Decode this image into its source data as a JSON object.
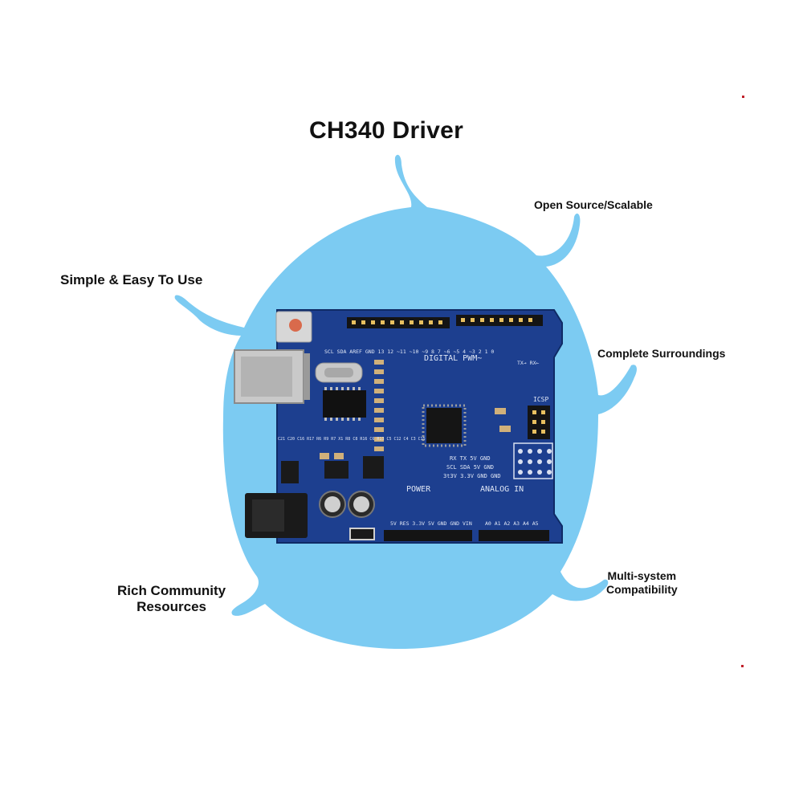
{
  "title": "CH340 Driver",
  "features": {
    "open_source": "Open Source/Scalable",
    "simple": "Simple & Easy To Use",
    "surroundings": "Complete Surroundings",
    "community_line1": "Rich Community",
    "community_line2": "Resources",
    "multisystem_line1": "Multi-system",
    "multisystem_line2": "Compatibility"
  },
  "board": {
    "digital_label": "DIGITAL PWM~",
    "power_label": "POWER",
    "analog_label": "ANALOG IN",
    "icsp_label": "ICSP",
    "txrx_label": "TX→ RX←",
    "top_pins": "SCL SDA AREF GND 13 12 ~11 ~10 ~9 8 7 ~6 ~5 4 ~3 2 1 0",
    "power_pins": "5V RES 3.3V 5V GND GND VIN",
    "analog_pins": "A0 A1 A2 A3 A4 A5",
    "side_row1": "RX TX 5V GND",
    "side_row2": "SCL SDA 5V GND",
    "side_row3": "3t3V 3.3V GND GND",
    "components": "C21 C20 C16 R17 R6 R9 R7 X1 R8 C8 R16 C6 R13 C5 C12 C4 C3 C15"
  },
  "colors": {
    "blob": "#7ccbf2",
    "pcb": "#1d3f8f",
    "pcb_dark": "#14306f",
    "header": "#141414",
    "silk": "#dfe6f5"
  }
}
